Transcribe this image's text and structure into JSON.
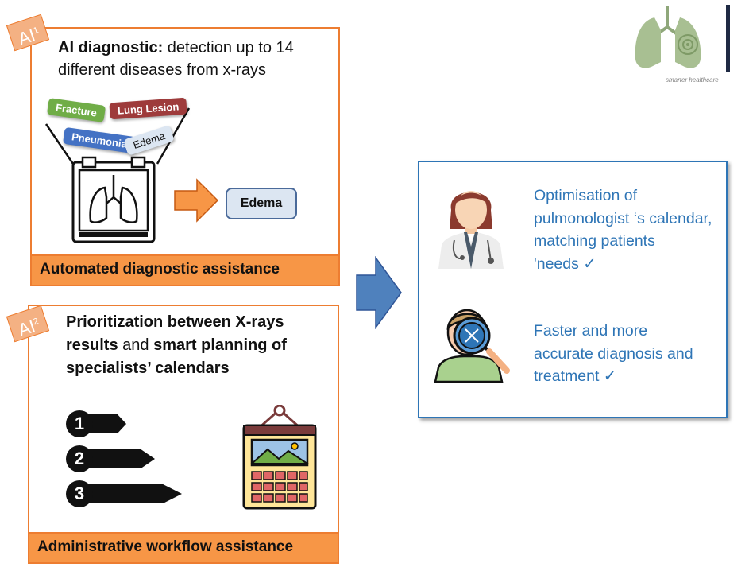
{
  "brand": {
    "tagline": "smarter healthcare"
  },
  "panel_diagnostic": {
    "badge": "AI",
    "badge_sup": "1",
    "headline_bold": "AI diagnostic:",
    "headline_rest": " detection up to 14 different diseases from x-rays",
    "disease_tags": [
      "Fracture",
      "Lung Lesion",
      "Pneumonia",
      "Edema"
    ],
    "result": "Edema",
    "footer": "Automated diagnostic assistance"
  },
  "panel_admin": {
    "badge": "AI",
    "badge_sup": "2",
    "line1_bold": "Prioritization between X-rays",
    "line2_bold": "results",
    "line2_rest": " and ",
    "line2_bold2": "smart planning of",
    "line3_bold": "specialists’ calendars",
    "ranks": [
      "1",
      "2",
      "3"
    ],
    "footer": "Administrative workflow assistance"
  },
  "outcomes": [
    {
      "text": "Optimisation of pulmonologist ‘s calendar, matching patients 'needs",
      "check": "✓"
    },
    {
      "text": "Faster and more accurate diagnosis and treatment",
      "check": "✓"
    }
  ],
  "colors": {
    "orange": "#ED7D31",
    "orange_fill": "#F79646",
    "blue": "#2E75B6"
  }
}
